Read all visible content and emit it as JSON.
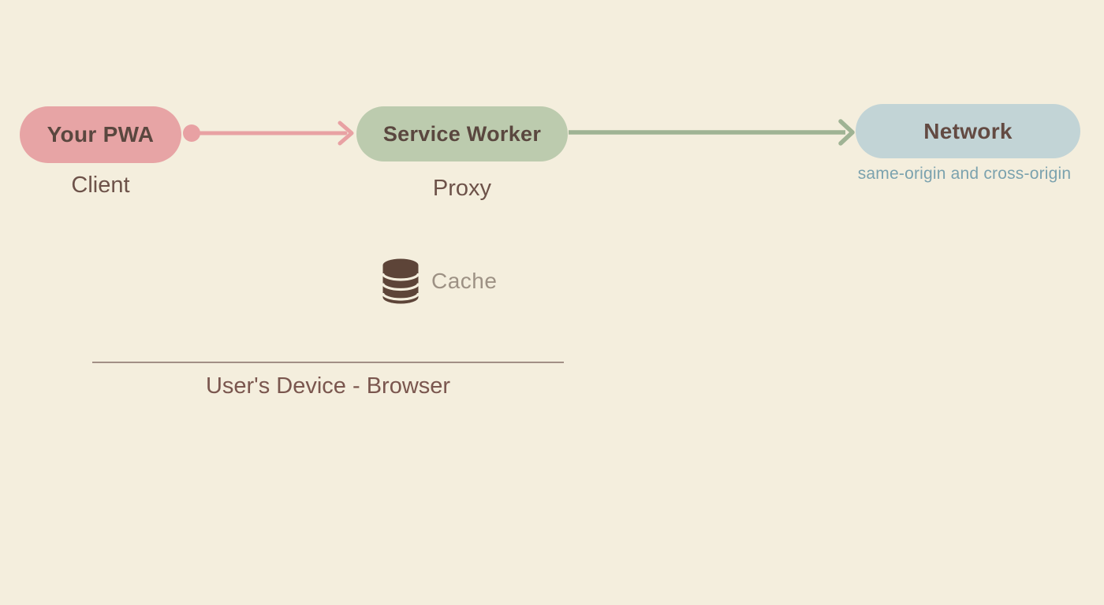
{
  "nodes": [
    {
      "id": "your-pwa",
      "label": "Your PWA",
      "sublabel": "Client",
      "fill": "#e7a4a5"
    },
    {
      "id": "service-worker",
      "label": "Service Worker",
      "sublabel": "Proxy",
      "fill": "#bccbae"
    },
    {
      "id": "network",
      "label": "Network",
      "sublabel": "same-origin and cross-origin",
      "fill": "#c2d4d6"
    }
  ],
  "arrows": [
    {
      "from": "your-pwa",
      "to": "service-worker",
      "color": "#e8a1a3",
      "start": "dot",
      "end": "chevron"
    },
    {
      "from": "service-worker",
      "to": "network",
      "color": "#9fb394",
      "start": "flat",
      "end": "chevron"
    }
  ],
  "cache": {
    "icon": "database-icon",
    "label": "Cache"
  },
  "device_scope": {
    "label": "User's Device - Browser"
  },
  "colors": {
    "background": "#f4eedd",
    "node_title_text": "#5a473f",
    "sublabel_text": "#6d5249",
    "network_sublabel_text": "#7ba2ae",
    "cache_icon": "#5d4438",
    "cache_label_text": "#9d9184",
    "device_line": "#a28f85",
    "device_label_text": "#7a564e"
  }
}
